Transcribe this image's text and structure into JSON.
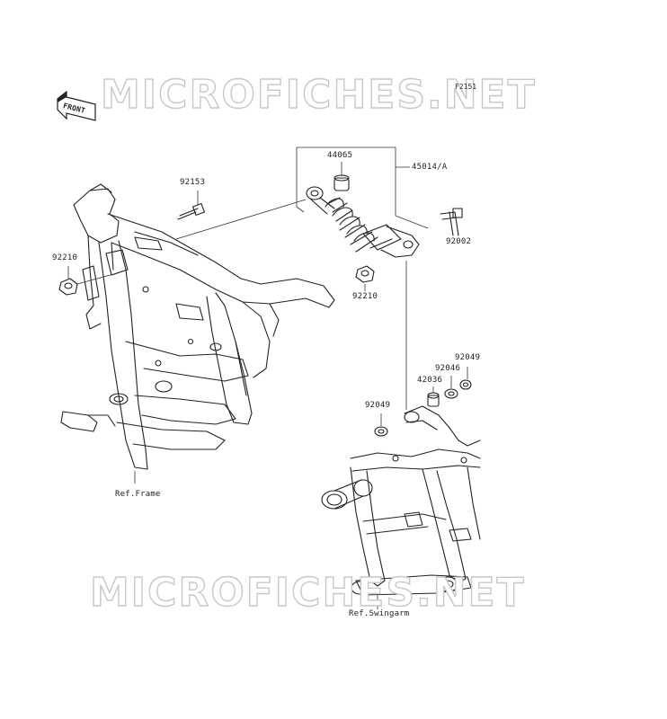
{
  "figure_code": "F2151",
  "watermark": {
    "top": "MICROFICHES.NET",
    "bottom": "MICROFICHES.NET"
  },
  "front_indicator": "FRONT",
  "references": {
    "frame": "Ref.Frame",
    "swingarm": "Ref.Swingarm"
  },
  "parts": [
    {
      "id": "p44065",
      "number": "44065"
    },
    {
      "id": "p45014",
      "number": "45014/A"
    },
    {
      "id": "p92153",
      "number": "92153"
    },
    {
      "id": "p92002",
      "number": "92002"
    },
    {
      "id": "p92210a",
      "number": "92210"
    },
    {
      "id": "p92210b",
      "number": "92210"
    },
    {
      "id": "p92049a",
      "number": "92049"
    },
    {
      "id": "p92046",
      "number": "92046"
    },
    {
      "id": "p42036",
      "number": "42036"
    },
    {
      "id": "p92049b",
      "number": "92049"
    }
  ]
}
